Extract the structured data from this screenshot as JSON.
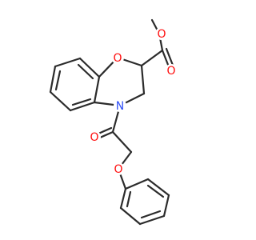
{
  "structure": {
    "atoms": [
      {
        "id": "ring_o",
        "element": "O",
        "label": "O",
        "color": "#ff0d0d"
      },
      {
        "id": "ring_n",
        "element": "N",
        "label": "N",
        "color": "#3050f8"
      },
      {
        "id": "ester_o_carbonyl",
        "element": "O",
        "label": "O",
        "color": "#ff0d0d"
      },
      {
        "id": "ester_o_single",
        "element": "O",
        "label": "O",
        "color": "#ff0d0d"
      },
      {
        "id": "amide_o",
        "element": "O",
        "label": "O",
        "color": "#ff0d0d"
      },
      {
        "id": "ether_o",
        "element": "O",
        "label": "O",
        "color": "#ff0d0d"
      }
    ],
    "bond_color": "#2b2b2b"
  }
}
